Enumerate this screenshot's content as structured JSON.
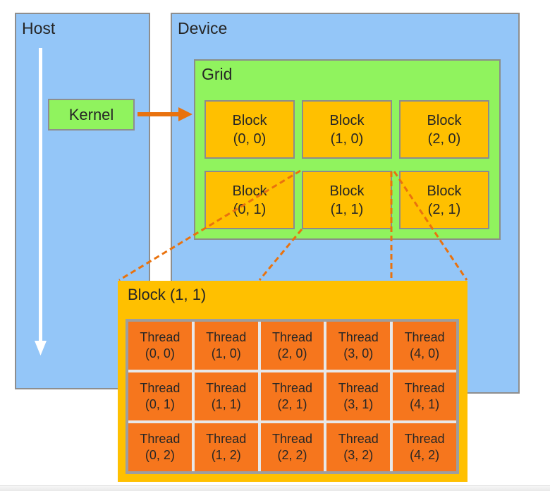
{
  "host": {
    "label": "Host"
  },
  "device": {
    "label": "Device"
  },
  "kernel": {
    "label": "Kernel"
  },
  "grid": {
    "label": "Grid",
    "blocks": [
      {
        "name": "Block",
        "coord": "(0, 0)"
      },
      {
        "name": "Block",
        "coord": "(1, 0)"
      },
      {
        "name": "Block",
        "coord": "(2, 0)"
      },
      {
        "name": "Block",
        "coord": "(0, 1)"
      },
      {
        "name": "Block",
        "coord": "(1, 1)"
      },
      {
        "name": "Block",
        "coord": "(2, 1)"
      }
    ]
  },
  "expanded_block": {
    "title": "Block (1, 1)",
    "threads": [
      {
        "name": "Thread",
        "coord": "(0, 0)"
      },
      {
        "name": "Thread",
        "coord": "(1, 0)"
      },
      {
        "name": "Thread",
        "coord": "(2, 0)"
      },
      {
        "name": "Thread",
        "coord": "(3, 0)"
      },
      {
        "name": "Thread",
        "coord": "(4, 0)"
      },
      {
        "name": "Thread",
        "coord": "(0, 1)"
      },
      {
        "name": "Thread",
        "coord": "(1, 1)"
      },
      {
        "name": "Thread",
        "coord": "(2, 1)"
      },
      {
        "name": "Thread",
        "coord": "(3, 1)"
      },
      {
        "name": "Thread",
        "coord": "(4, 1)"
      },
      {
        "name": "Thread",
        "coord": "(0, 2)"
      },
      {
        "name": "Thread",
        "coord": "(1, 2)"
      },
      {
        "name": "Thread",
        "coord": "(2, 2)"
      },
      {
        "name": "Thread",
        "coord": "(3, 2)"
      },
      {
        "name": "Thread",
        "coord": "(4, 2)"
      }
    ]
  },
  "colors": {
    "panel_blue": "#94C6F8",
    "box_green": "#90F35E",
    "block_gold": "#FFC000",
    "thread_orange": "#F6761D",
    "connector_orange": "#E9720E",
    "border_gray": "#8E8E8E",
    "text": "#262626"
  }
}
